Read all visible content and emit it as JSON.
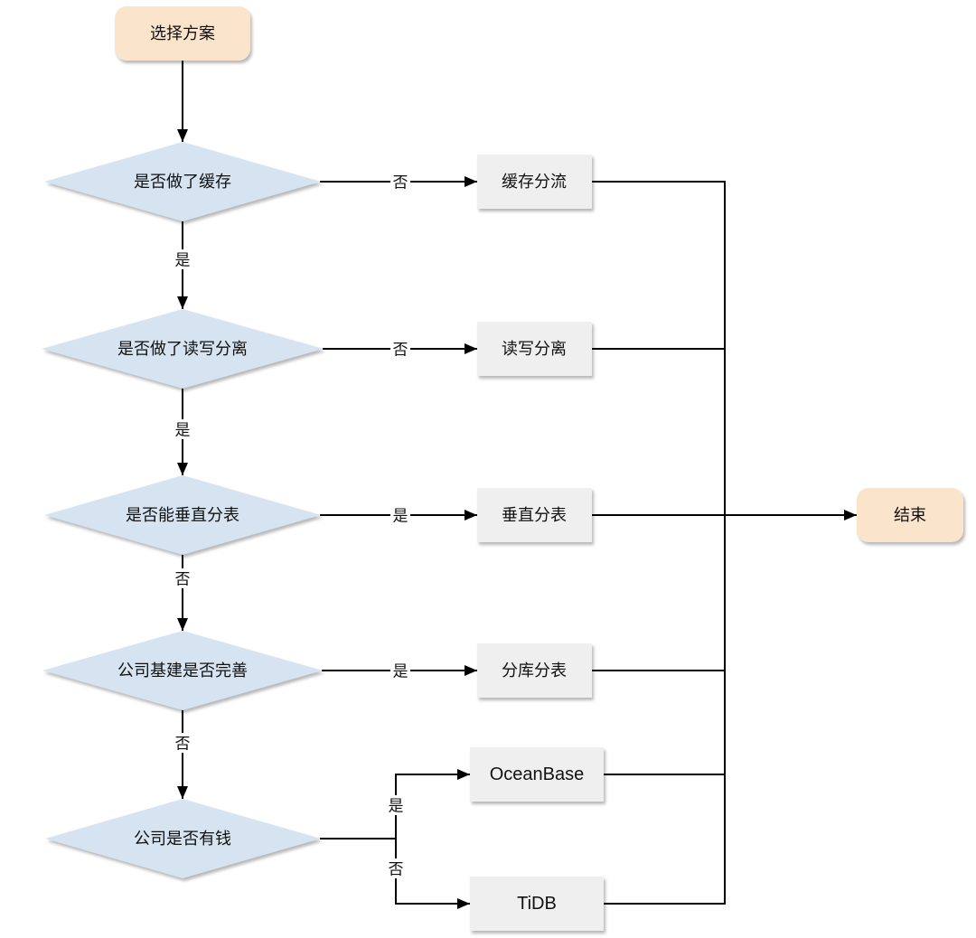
{
  "styles": {
    "start_end_fill": "#fbe4cc",
    "decision_fill": "#d6e4f1",
    "process_fill": "#efefef",
    "line_color": "#000000",
    "text_color": "#111111",
    "background": "#ffffff"
  },
  "nodes": {
    "start": {
      "type": "start",
      "label": "选择方案"
    },
    "decision_cache": {
      "type": "decision",
      "label": "是否做了缓存"
    },
    "process_cache": {
      "type": "process",
      "label": "缓存分流"
    },
    "decision_rw": {
      "type": "decision",
      "label": "是否做了读写分离"
    },
    "process_rw": {
      "type": "process",
      "label": "读写分离"
    },
    "decision_vertical": {
      "type": "decision",
      "label": "是否能垂直分表"
    },
    "process_vertical": {
      "type": "process",
      "label": "垂直分表"
    },
    "decision_infra": {
      "type": "decision",
      "label": "公司基建是否完善"
    },
    "process_sharding": {
      "type": "process",
      "label": "分库分表"
    },
    "decision_money": {
      "type": "decision",
      "label": "公司是否有钱"
    },
    "process_oceanbase": {
      "type": "process",
      "label": "OceanBase"
    },
    "process_tidb": {
      "type": "process",
      "label": "TiDB"
    },
    "end": {
      "type": "end",
      "label": "结束"
    }
  },
  "edge_labels": {
    "cache_no": "否",
    "cache_yes": "是",
    "rw_no": "否",
    "rw_yes": "是",
    "vertical_yes": "是",
    "vertical_no": "否",
    "infra_yes": "是",
    "infra_no": "否",
    "money_yes": "是",
    "money_no": "否"
  }
}
